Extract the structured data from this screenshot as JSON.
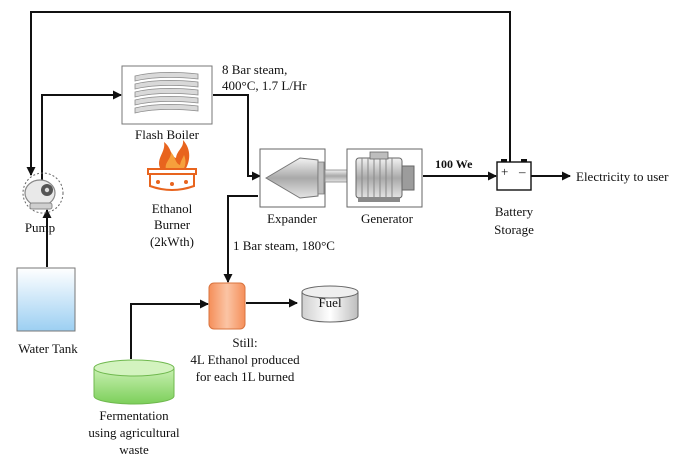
{
  "labels": {
    "steam_high_line1": "8 Bar steam,",
    "steam_high_line2": "400°C, 1.7 L/Hr",
    "flash_boiler": "Flash Boiler",
    "burner_line1": "Ethanol",
    "burner_line2": "Burner",
    "burner_line3": "(2kWth)",
    "pump": "Pump",
    "expander": "Expander",
    "generator": "Generator",
    "power": "100 We",
    "battery_plus": "+",
    "battery_minus": "–",
    "battery_line1": "Battery",
    "battery_line2": "Storage",
    "electricity": "Electricity to user",
    "steam_low": "1 Bar steam, 180°C",
    "fuel": "Fuel",
    "water_tank": "Water Tank",
    "still_line1": "Still:",
    "still_line2": "4L Ethanol produced",
    "still_line3": "for each 1L burned",
    "fermentation_line1": "Fermentation",
    "fermentation_line2": "using agricultural",
    "fermentation_line3": "waste"
  },
  "icons": {
    "pump": "pump-icon",
    "boiler": "flash-boiler-icon",
    "burner": "flame-burner-icon",
    "expander": "expander-turbine-icon",
    "generator": "generator-motor-icon",
    "battery": "battery-icon",
    "fuel": "fuel-drum-icon",
    "still": "still-vessel-icon",
    "tank": "water-tank-icon",
    "fermentation": "fermentation-vat-icon"
  },
  "colors": {
    "line": "#111111",
    "still_fill": "#f7a77a",
    "fermentation_fill": "#a6e08a",
    "tank_fill": "#b8dcf5",
    "flame": "#e8641e"
  }
}
